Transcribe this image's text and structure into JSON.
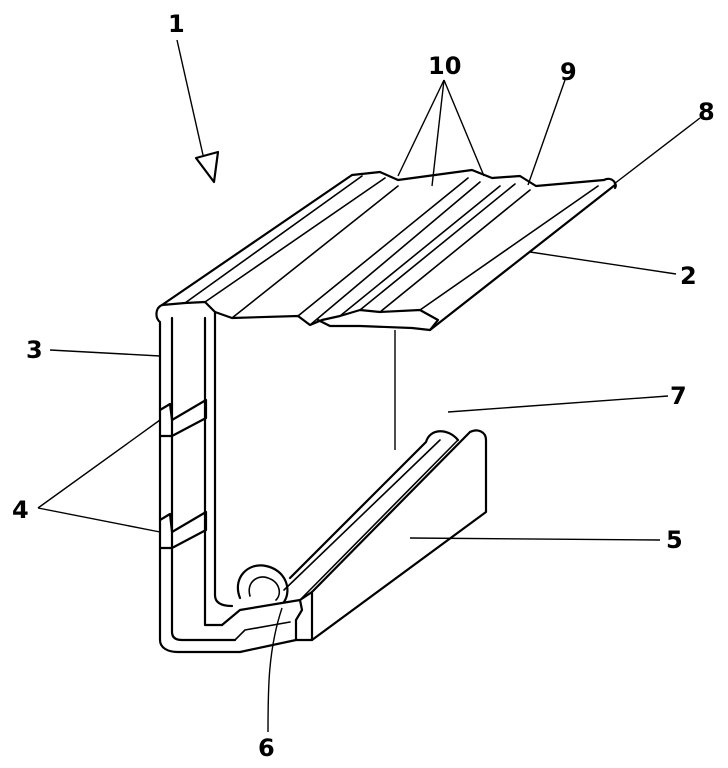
{
  "figure": {
    "reference_numerals": {
      "assembly": "1",
      "top_panel": "2",
      "side_wall": "3",
      "grooves": "4",
      "clip_strip": "5",
      "hinge_joint": "6",
      "clip_edge": "7",
      "front_edge": "8",
      "ridge": "9",
      "channels": "10"
    },
    "colors": {
      "ink": "#000000",
      "paper": "#ffffff"
    }
  }
}
